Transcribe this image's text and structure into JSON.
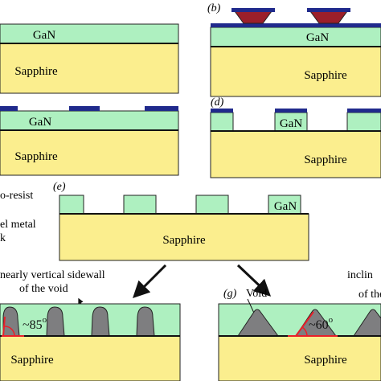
{
  "colors": {
    "gan": "#aef0c0",
    "sapphire": "#fbee8e",
    "mask_blue": "#202a8c",
    "photoresist": "#9b1f2a",
    "void_gray": "#7e7e80",
    "angle_red": "#e8202a",
    "outline": "#222222"
  },
  "panels": {
    "a": {
      "gan": "GaN",
      "sapphire": "Sapphire"
    },
    "b": {
      "tag": "(b)",
      "gan": "GaN",
      "sapphire": "Sapphire"
    },
    "c": {
      "gan": "GaN",
      "sapphire": "Sapphire"
    },
    "d": {
      "tag": "(d)",
      "gan": "GaN",
      "sapphire": "Sapphire"
    },
    "e": {
      "tag": "(e)",
      "gan": "GaN",
      "sapphire": "Sapphire"
    },
    "f": {
      "sapphire": "Sapphire",
      "angle": "~85",
      "degree": "o",
      "note_line1": "nearly vertical sidewall",
      "note_line2": "of the void"
    },
    "g": {
      "tag": "(g)",
      "void_label": "Void",
      "sapphire": "Sapphire",
      "angle": "~60",
      "degree": "o",
      "note_line1": "inclin",
      "note_line2": "of the"
    }
  },
  "legend": {
    "photoresist": "o-resist",
    "nickel_metal": "el metal",
    "mask": "k"
  }
}
